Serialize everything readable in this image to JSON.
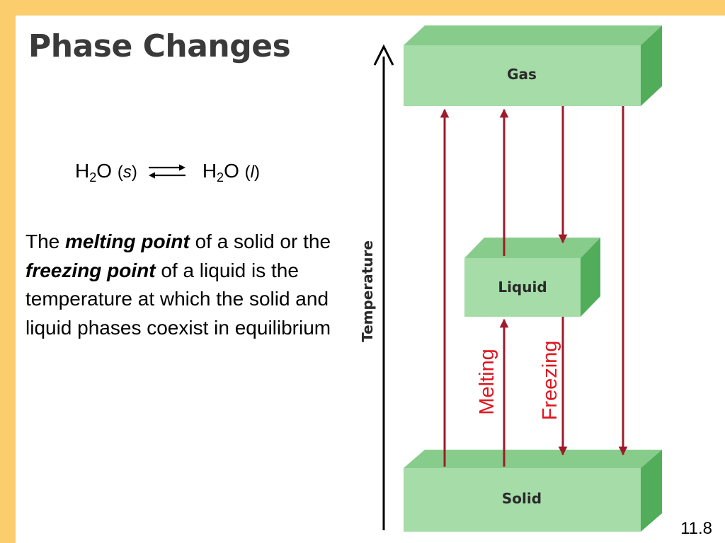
{
  "slide": {
    "title": "Phase Changes",
    "number": "11.8"
  },
  "equation": {
    "left_species": "H",
    "left_subscript": "2",
    "left_rest": "O",
    "left_state": "s",
    "right_species": "H",
    "right_subscript": "2",
    "right_rest": "O",
    "right_state": "l",
    "open_paren": "(",
    "close_paren": ")"
  },
  "definition": {
    "part1": "The ",
    "term1": "melting point",
    "part2": " of a solid or the ",
    "term2": "freezing point",
    "part3": " of a liquid is the temperature at which the solid and liquid phases coexist in equilibrium"
  },
  "diagram": {
    "axis_label": "Temperature",
    "phases": {
      "gas": "Gas",
      "liquid": "Liquid",
      "solid": "Solid"
    },
    "transitions": {
      "melting": "Melting",
      "freezing": "Freezing"
    }
  },
  "colors": {
    "accent_bar": "#fbcd6c",
    "box_front": "#a5dca8",
    "box_top": "#88cc8c",
    "box_side": "#52ad5a",
    "arrow": "#9e1b2a",
    "transition_label": "#e0141e"
  }
}
